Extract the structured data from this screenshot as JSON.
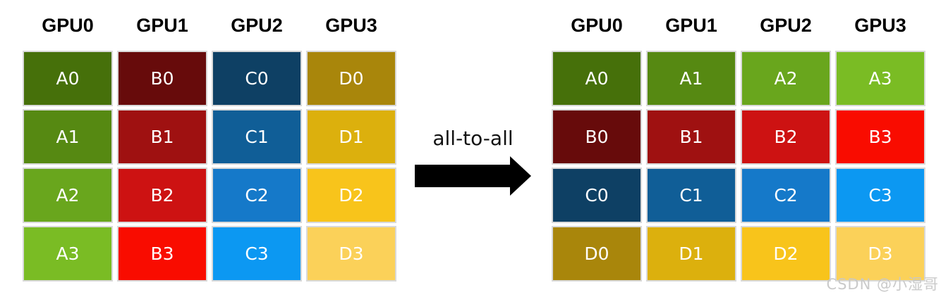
{
  "diagram": {
    "before": {
      "columns": [
        {
          "header": "GPU0",
          "cells": [
            {
              "label": "A0",
              "color": "#46700a"
            },
            {
              "label": "A1",
              "color": "#568912"
            },
            {
              "label": "A2",
              "color": "#69a61d"
            },
            {
              "label": "A3",
              "color": "#7abc24"
            }
          ]
        },
        {
          "header": "GPU1",
          "cells": [
            {
              "label": "B0",
              "color": "#670b0b"
            },
            {
              "label": "B1",
              "color": "#9f1111"
            },
            {
              "label": "B2",
              "color": "#cd1212"
            },
            {
              "label": "B3",
              "color": "#f90c00"
            }
          ]
        },
        {
          "header": "GPU2",
          "cells": [
            {
              "label": "C0",
              "color": "#0e4064"
            },
            {
              "label": "C1",
              "color": "#105e97"
            },
            {
              "label": "C2",
              "color": "#1579c9"
            },
            {
              "label": "C3",
              "color": "#0c98f2"
            }
          ]
        },
        {
          "header": "GPU3",
          "cells": [
            {
              "label": "D0",
              "color": "#a9860b"
            },
            {
              "label": "D1",
              "color": "#dcb00d"
            },
            {
              "label": "D2",
              "color": "#f8c41b"
            },
            {
              "label": "D3",
              "color": "#fbd159"
            }
          ]
        }
      ]
    },
    "transition": {
      "label": "all-to-all"
    },
    "after": {
      "columns": [
        {
          "header": "GPU0",
          "cells": [
            {
              "label": "A0",
              "color": "#46700a"
            },
            {
              "label": "B0",
              "color": "#670b0b"
            },
            {
              "label": "C0",
              "color": "#0e4064"
            },
            {
              "label": "D0",
              "color": "#a9860b"
            }
          ]
        },
        {
          "header": "GPU1",
          "cells": [
            {
              "label": "A1",
              "color": "#568912"
            },
            {
              "label": "B1",
              "color": "#9f1111"
            },
            {
              "label": "C1",
              "color": "#105e97"
            },
            {
              "label": "D1",
              "color": "#dcb00d"
            }
          ]
        },
        {
          "header": "GPU2",
          "cells": [
            {
              "label": "A2",
              "color": "#69a61d"
            },
            {
              "label": "B2",
              "color": "#cd1212"
            },
            {
              "label": "C2",
              "color": "#1579c9"
            },
            {
              "label": "D2",
              "color": "#f8c41b"
            }
          ]
        },
        {
          "header": "GPU3",
          "cells": [
            {
              "label": "A3",
              "color": "#7abc24"
            },
            {
              "label": "B3",
              "color": "#f90c00"
            },
            {
              "label": "C3",
              "color": "#0c98f2"
            },
            {
              "label": "D3",
              "color": "#fbd159"
            }
          ]
        }
      ]
    },
    "watermark": {
      "text": "CSDN @小湿哥",
      "color": "#c8c8c8"
    }
  }
}
